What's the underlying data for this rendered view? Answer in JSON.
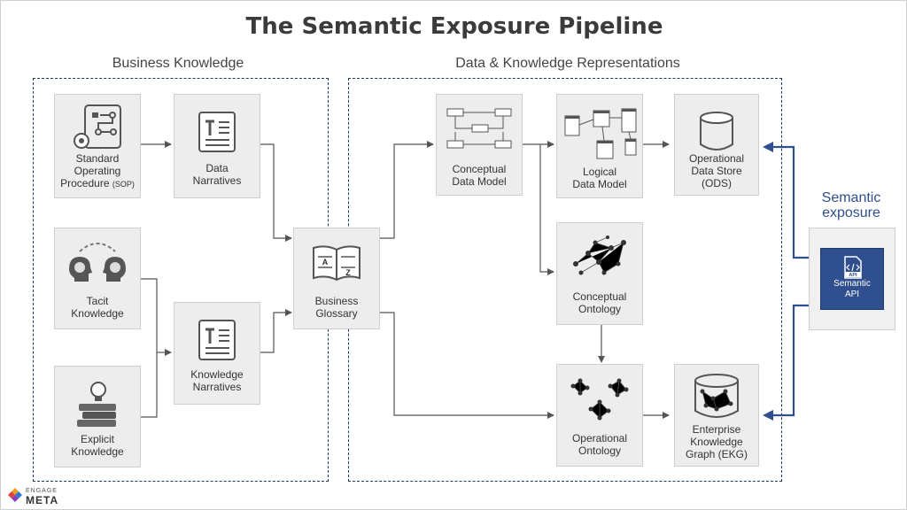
{
  "title": "The Semantic Exposure Pipeline",
  "sections": {
    "business": "Business Knowledge",
    "data": "Data & Knowledge Representations"
  },
  "nodes": {
    "sop": {
      "line1": "Standard",
      "line2": "Operating",
      "line3": "Procedure",
      "abbr": "(SOP)"
    },
    "data_narratives": {
      "line1": "Data",
      "line2": "Narratives"
    },
    "tacit": {
      "line1": "Tacit",
      "line2": "Knowledge"
    },
    "knowledge_narratives": {
      "line1": "Knowledge",
      "line2": "Narratives"
    },
    "explicit": {
      "line1": "Explicit",
      "line2": "Knowledge"
    },
    "glossary": {
      "line1": "Business",
      "line2": "Glossary",
      "glyph_a": "A",
      "glyph_z": "Z"
    },
    "cdm": {
      "line1": "Conceptual",
      "line2": "Data Model"
    },
    "ldm": {
      "line1": "Logical",
      "line2": "Data Model"
    },
    "ods": {
      "line1": "Operational",
      "line2": "Data Store",
      "line3": "(ODS)"
    },
    "conc_ont": {
      "line1": "Conceptual",
      "line2": "Ontology"
    },
    "op_ont": {
      "line1": "Operational",
      "line2": "Ontology"
    },
    "ekg": {
      "line1": "Enterprise",
      "line2": "Knowledge",
      "line3": "Graph (EKG)"
    }
  },
  "semantic": {
    "label_line1": "Semantic",
    "label_line2": "exposure",
    "api_badge": "API",
    "api_line1": "Semantic",
    "api_line2": "API"
  },
  "logo": {
    "top": "ENGAGE",
    "bottom": "META"
  },
  "colors": {
    "accent": "#2f4f8f",
    "dash": "#1f3a60",
    "node_bg": "#ededed",
    "arrow": "#555555"
  }
}
